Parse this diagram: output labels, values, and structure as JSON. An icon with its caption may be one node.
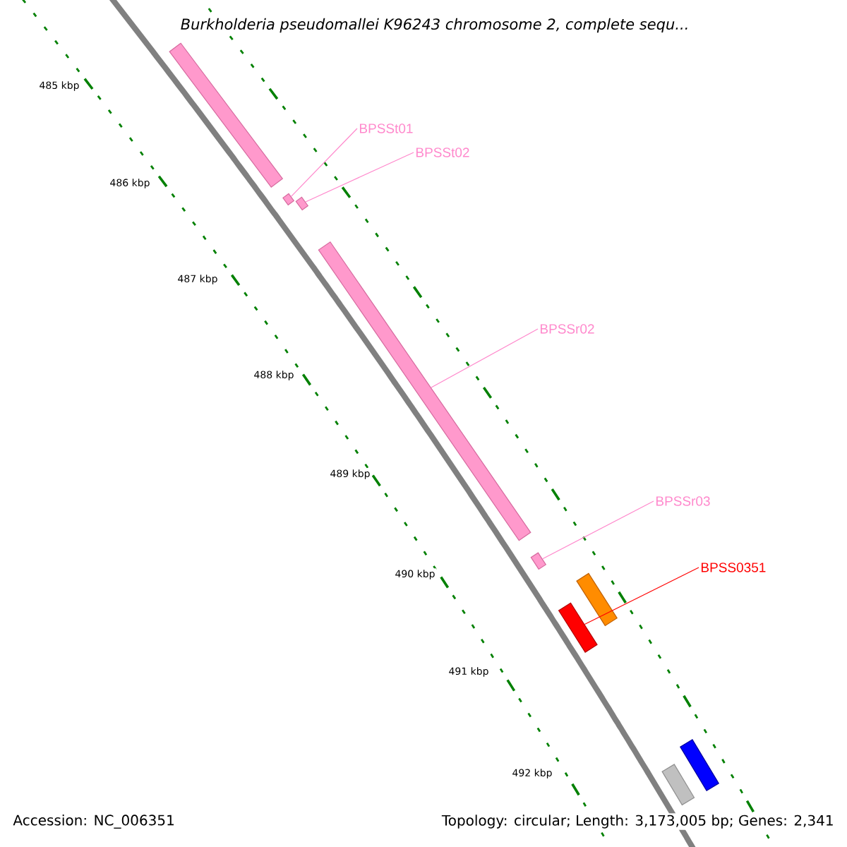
{
  "diagram": {
    "title": "*Burkholderia pseudomallei* K96243 chromosome 2, complete sequ...",
    "nodes": [
      {
        "text": [
          "BPSSt01"
        ]
      },
      {
        "text": [
          "BPSSt02"
        ]
      },
      {
        "text": [
          "BPSSr02"
        ]
      },
      {
        "text": [
          "BPSSr03"
        ]
      },
      {
        "text": [
          "BPSS0351"
        ]
      },
      {
        "text": [],
        "shape": "bar"
      },
      {
        "text": [],
        "shape": "bar"
      },
      {
        "text": [],
        "shape": "bar"
      },
      {
        "text": [],
        "shape": "bar"
      },
      {
        "text": [],
        "shape": "bar"
      },
      {
        "text": [],
        "shape": "bar"
      },
      {
        "text": [],
        "shape": "bar"
      },
      {
        "text": [],
        "shape": "bar"
      },
      {
        "text": [],
        "shape": "bar"
      }
    ],
    "edges": [
      {
        "from": 0,
        "to": 6,
        "arrow": "none"
      },
      {
        "from": 1,
        "to": 7,
        "arrow": "none"
      },
      {
        "from": 2,
        "to": 8,
        "arrow": "none"
      },
      {
        "from": 3,
        "to": 9,
        "arrow": "none"
      },
      {
        "from": 4,
        "to": 10,
        "arrow": "none",
        "color": "#ff0000"
      }
    ],
    "labels": [
      "485 kbp",
      "486 kbp",
      "487 kbp",
      "488 kbp",
      "489 kbp",
      "490 kbp",
      "491 kbp",
      "492 kbp",
      "Accession: NC_006351",
      "Topology: circular; Length: 3,173,005 bp; Genes: 2,341"
    ]
  }
}
